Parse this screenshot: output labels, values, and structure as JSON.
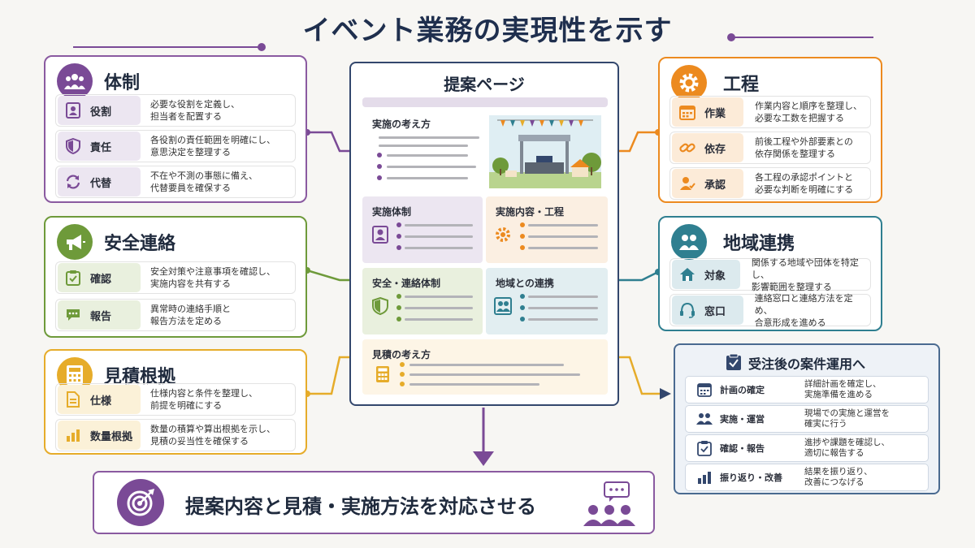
{
  "title": "イベント業務の実現性を示す",
  "colors": {
    "purple": "#7a4a96",
    "green": "#6e9a3a",
    "yellow": "#e6ac2a",
    "orange": "#ec8a1f",
    "teal": "#2f7f90",
    "navy": "#33476d"
  },
  "left_panels": [
    {
      "title": "体制",
      "icon": "people-icon",
      "rows": [
        {
          "label": "役割",
          "icon": "id-card-icon",
          "desc": "必要な役割を定義し、\n担当者を配置する"
        },
        {
          "label": "責任",
          "icon": "shield-icon",
          "desc": "各役割の責任範囲を明確にし、\n意思決定を整理する"
        },
        {
          "label": "代替",
          "icon": "refresh-icon",
          "desc": "不在や不測の事態に備え、\n代替要員を確保する"
        }
      ]
    },
    {
      "title": "安全連絡",
      "icon": "megaphone-icon",
      "rows": [
        {
          "label": "確認",
          "icon": "clipboard-check-icon",
          "desc": "安全対策や注意事項を確認し、\n実施内容を共有する"
        },
        {
          "label": "報告",
          "icon": "chat-bubble-icon",
          "desc": "異常時の連絡手順と\n報告方法を定める"
        }
      ]
    },
    {
      "title": "見積根拠",
      "icon": "calculator-icon",
      "rows": [
        {
          "label": "仕様",
          "icon": "document-icon",
          "desc": "仕様内容と条件を整理し、\n前提を明確にする"
        },
        {
          "label": "数量根拠",
          "icon": "bar-chart-icon",
          "desc": "数量の積算や算出根拠を示し、\n見積の妥当性を確保する"
        }
      ]
    }
  ],
  "right_panels": [
    {
      "title": "工程",
      "icon": "gear-icon",
      "rows": [
        {
          "label": "作業",
          "icon": "calendar-icon",
          "desc": "作業内容と順序を整理し、\n必要な工数を把握する"
        },
        {
          "label": "依存",
          "icon": "link-icon",
          "desc": "前後工程や外部要素との\n依存関係を整理する"
        },
        {
          "label": "承認",
          "icon": "person-check-icon",
          "desc": "各工程の承認ポイントと\n必要な判断を明確にする"
        }
      ]
    },
    {
      "title": "地域連携",
      "icon": "community-icon",
      "rows": [
        {
          "label": "対象",
          "icon": "home-icon",
          "desc": "関係する地域や団体を特定し、\n影響範囲を整理する"
        },
        {
          "label": "窓口",
          "icon": "headset-icon",
          "desc": "連絡窓口と連絡方法を定め、\n合意形成を進める"
        }
      ]
    }
  ],
  "proposal": {
    "title": "提案ページ",
    "sections": {
      "concept": "実施の考え方",
      "structure": "実施体制",
      "content": "実施内容・工程",
      "safety": "安全・連絡体制",
      "region": "地域との連携",
      "estimate": "見積の考え方"
    }
  },
  "after": {
    "title": "受注後の案件運用へ",
    "rows": [
      {
        "label": "計画の確定",
        "icon": "calendar-icon",
        "desc": "詳細計画を確定し、\n実施準備を進める"
      },
      {
        "label": "実施・運営",
        "icon": "team-icon",
        "desc": "現場での実施と運営を\n確実に行う"
      },
      {
        "label": "確認・報告",
        "icon": "clipboard-check-icon",
        "desc": "進捗や課題を確認し、\n適切に報告する"
      },
      {
        "label": "振り返り・改善",
        "icon": "bar-chart-icon",
        "desc": "結果を振り返り、\n改善につなげる"
      }
    ]
  },
  "bottom": {
    "text": "提案内容と見積・実施方法を対応させる",
    "icon": "target-icon"
  }
}
